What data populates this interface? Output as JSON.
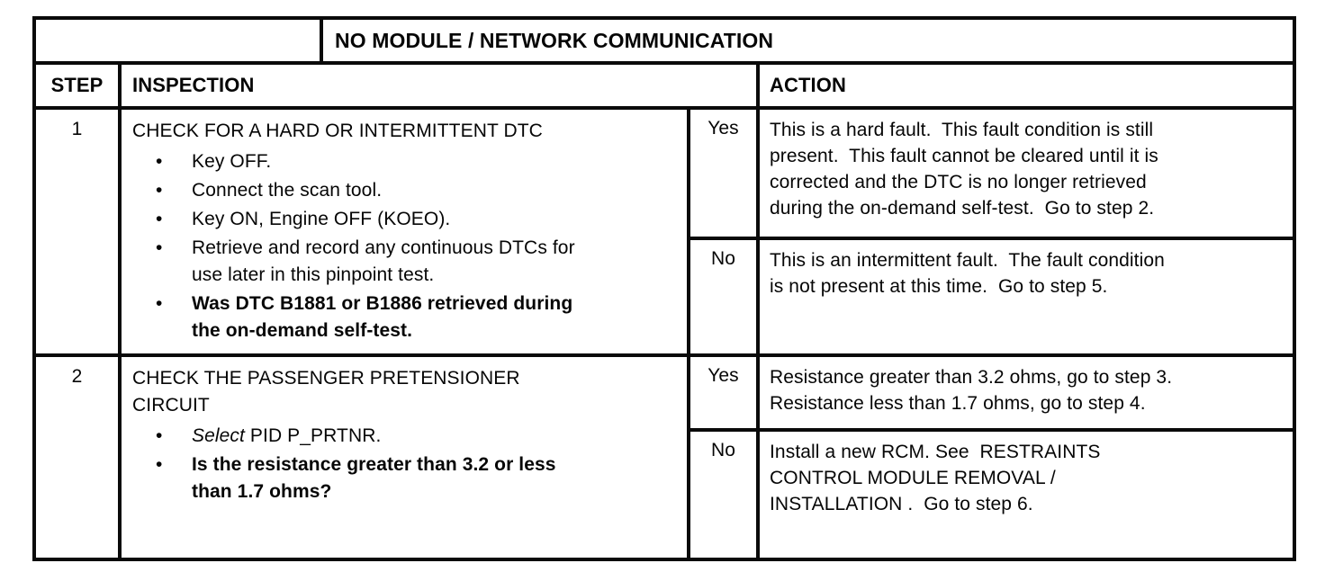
{
  "table": {
    "title": "NO MODULE / NETWORK COMMUNICATION",
    "bullet_glyph": "•",
    "header": {
      "step": "STEP",
      "inspection": "INSPECTION",
      "action": "ACTION"
    },
    "rows": [
      {
        "step": "1",
        "inspection": {
          "heading": "CHECK FOR A HARD OR INTERMITTENT DTC",
          "bullets": [
            {
              "text": "Key OFF."
            },
            {
              "text": "Connect the scan tool."
            },
            {
              "text": "Key ON, Engine OFF (KOEO)."
            },
            {
              "text": "Retrieve and record any continuous DTCs for\nuse later in this pinpoint test."
            },
            {
              "text": "Was DTC B1881 or B1886 retrieved during\nthe on-demand self-test.",
              "bold": true
            }
          ]
        },
        "yes": {
          "label": "Yes",
          "action": "This is a hard fault.  This fault condition is still\npresent.  This fault cannot be cleared until it is\ncorrected and the DTC is no longer retrieved\nduring the on-demand self-test.  Go to step 2."
        },
        "no": {
          "label": "No",
          "action": "This is an intermittent fault.  The fault condition\nis not present at this time.  Go to step 5."
        }
      },
      {
        "step": "2",
        "inspection": {
          "heading": "CHECK THE PASSENGER PRETENSIONER\nCIRCUIT",
          "bullets": [
            {
              "lead_italic": "Select",
              "rest": " PID P_PRTNR."
            },
            {
              "text": "Is the resistance greater than 3.2 or less\nthan 1.7 ohms?",
              "bold": true
            }
          ]
        },
        "yes": {
          "label": "Yes",
          "action": "Resistance greater than 3.2 ohms, go to step 3.\nResistance less than 1.7 ohms, go to step 4."
        },
        "no": {
          "label": "No",
          "action": "Install a new RCM. See  RESTRAINTS\nCONTROL MODULE REMOVAL /\nINSTALLATION .  Go to step 6."
        }
      }
    ]
  }
}
